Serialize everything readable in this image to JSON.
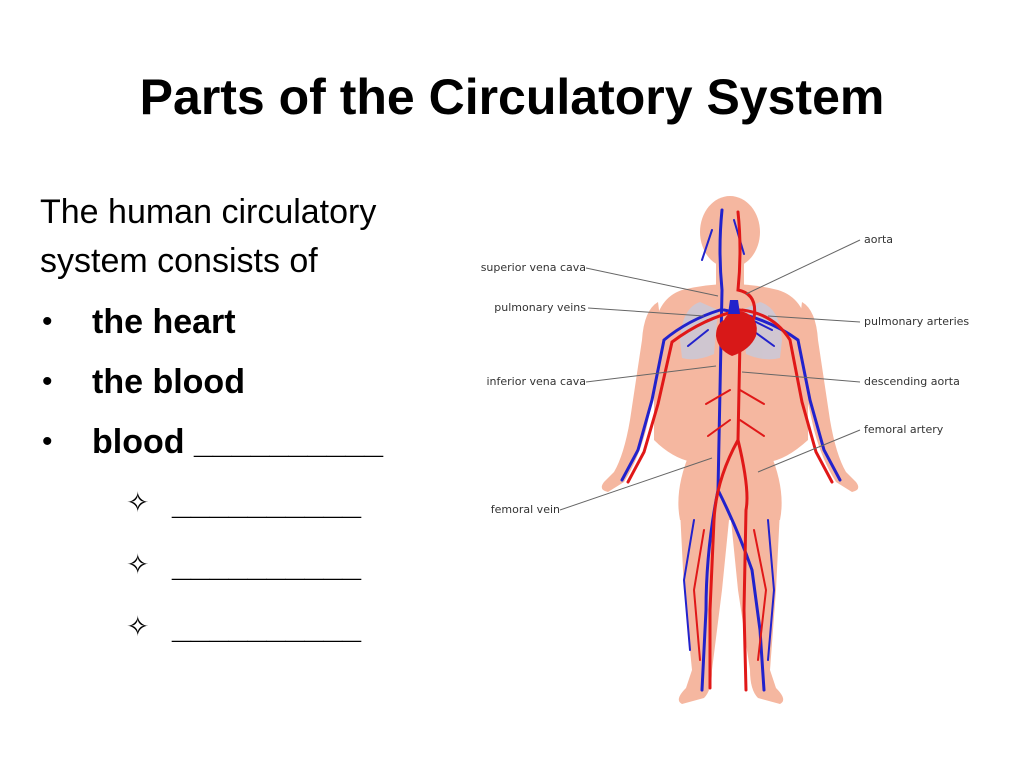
{
  "slide": {
    "title": "Parts of the Circulatory System",
    "intro": "The human circulatory system consists of",
    "bullets": [
      "the heart",
      "the blood",
      "blood __________"
    ],
    "bullet_symbol": "•",
    "sub_items": [
      "__________",
      "__________",
      "__________"
    ],
    "sub_symbol": "✧"
  },
  "diagram": {
    "labels": {
      "superior_vena_cava": "superior vena cava",
      "pulmonary_veins": "pulmonary veins",
      "inferior_vena_cava": "inferior vena cava",
      "femoral_vein": "femoral vein",
      "aorta": "aorta",
      "pulmonary_arteries": "pulmonary arteries",
      "descending_aorta": "descending aorta",
      "femoral_artery": "femoral artery"
    },
    "colors": {
      "skin": "#f5b7a0",
      "artery": "#e01818",
      "vein": "#2222cc",
      "lung": "#c9c9d9",
      "leader": "#666666"
    }
  }
}
